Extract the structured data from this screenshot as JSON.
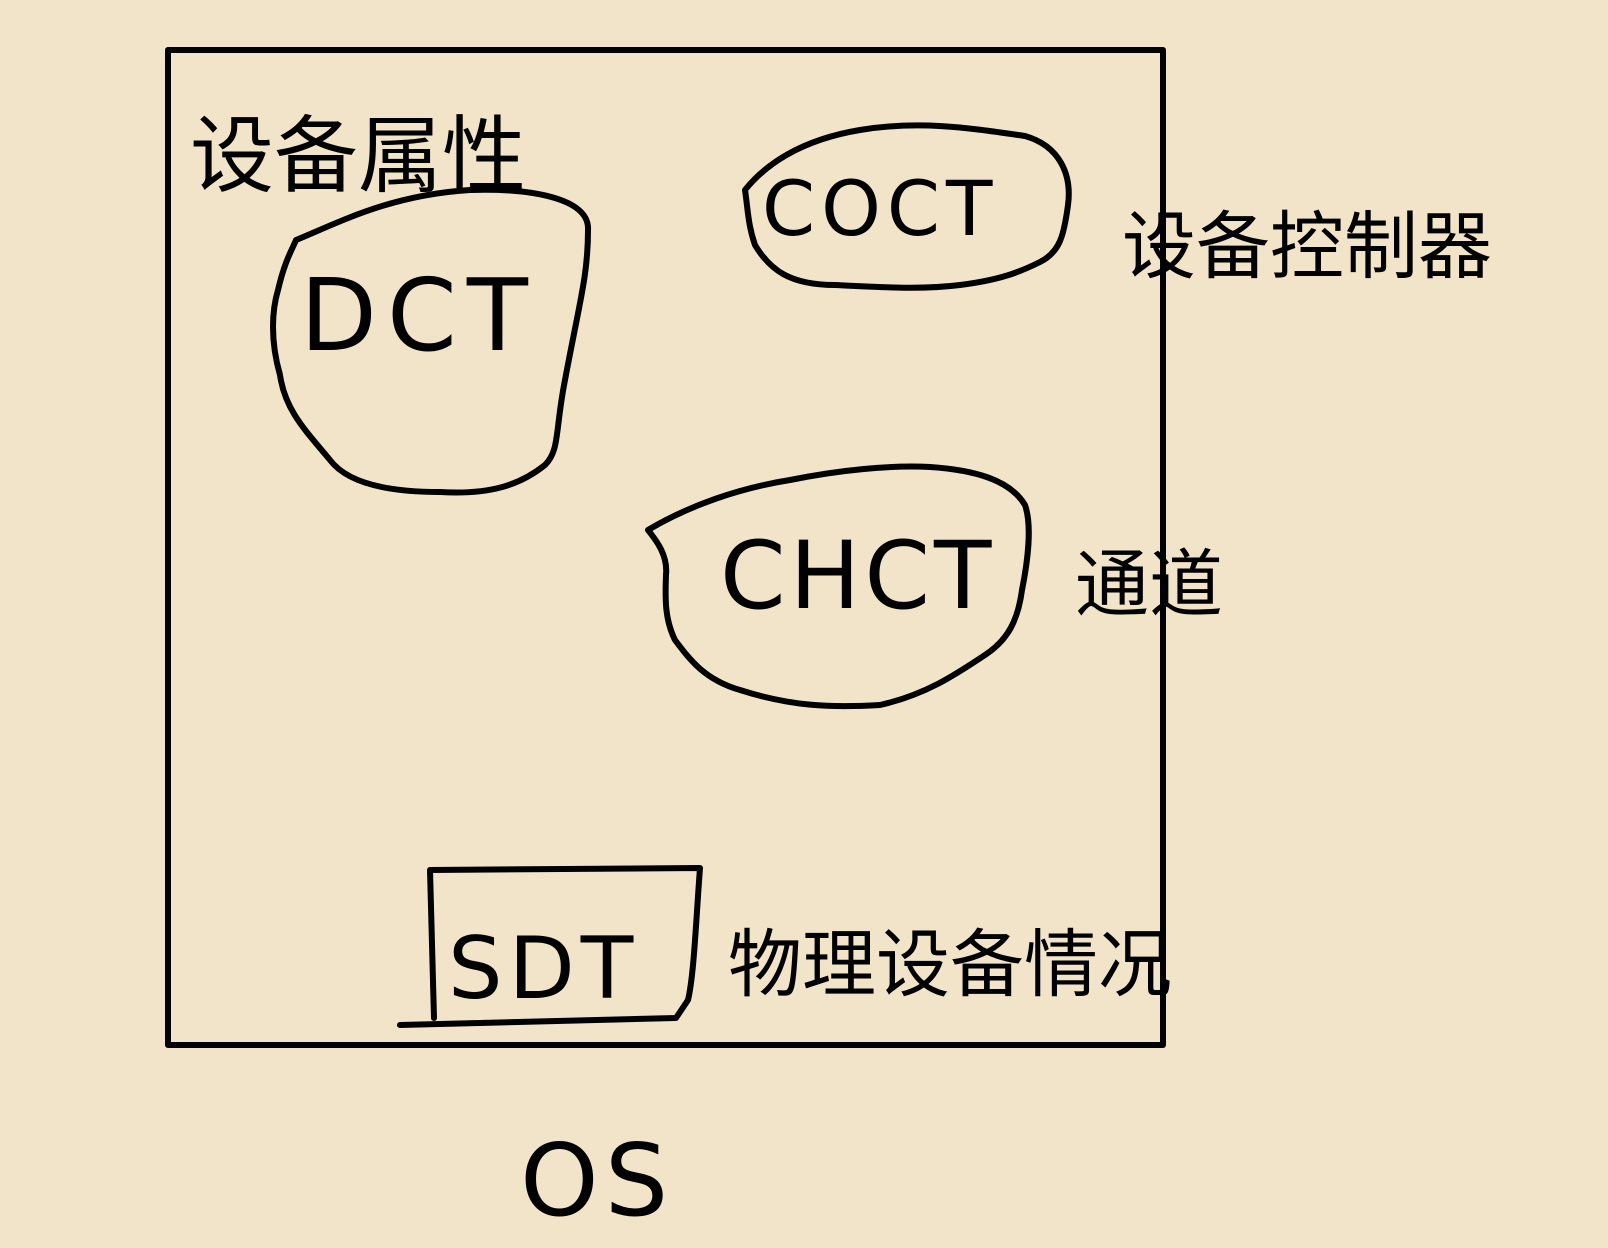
{
  "colors": {
    "background": "#f1e4c9",
    "ink": "#000000"
  },
  "diagram": {
    "container_label": "OS",
    "nodes": [
      {
        "id": "dct",
        "label": "DCT",
        "caption": "设备属性",
        "shape": "blob"
      },
      {
        "id": "coct",
        "label": "COCT",
        "caption": "设备控制器",
        "shape": "blob"
      },
      {
        "id": "chct",
        "label": "CHCT",
        "caption": "通道",
        "shape": "blob"
      },
      {
        "id": "sdt",
        "label": "SDT",
        "caption": "物理设备情况",
        "shape": "rectangle"
      }
    ]
  }
}
